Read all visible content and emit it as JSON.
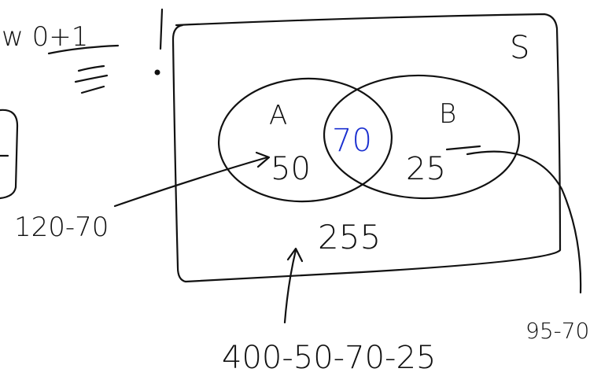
{
  "partial_text_left": "w 0+1",
  "set_labels": {
    "universe": "S",
    "a": "A",
    "b": "B"
  },
  "regions": {
    "only_a": "50",
    "intersection": "70",
    "only_b": "25",
    "outside": "255"
  },
  "annotations": {
    "only_a_calc": "120-70",
    "outside_calc": "400-50-70-25",
    "only_b_calc": "95-70"
  },
  "colors": {
    "ink": "#111111",
    "intersection": "#1a2fd0"
  }
}
